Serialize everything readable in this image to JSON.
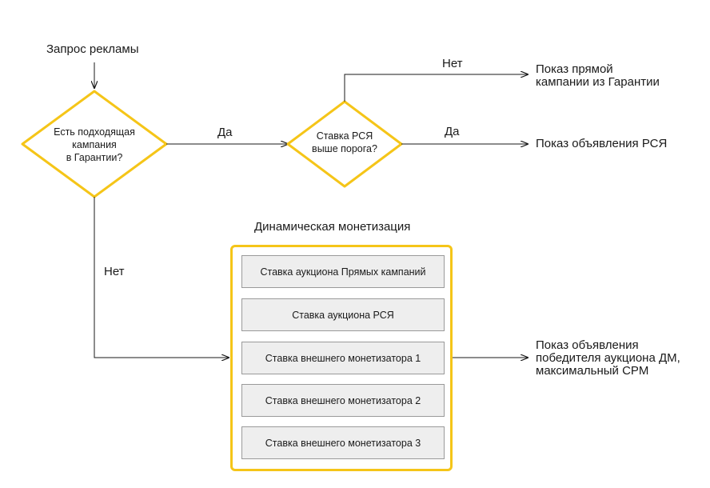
{
  "start": {
    "label": "Запрос рекламы"
  },
  "decision_guarantee": {
    "lines": [
      "Есть подходящая",
      "кампания",
      "в Гарантии?"
    ]
  },
  "decision_rsya": {
    "lines": [
      "Ставка РСЯ",
      "выше порога?"
    ]
  },
  "edges": {
    "guarantee_yes": "Да",
    "guarantee_no": "Нет",
    "rsya_no": "Нет",
    "rsya_yes": "Да"
  },
  "results": {
    "direct_campaign": {
      "lines": [
        "Показ прямой",
        "кампании из Гарантии"
      ]
    },
    "rsya_ad": {
      "lines": [
        "Показ объявления РСЯ"
      ]
    },
    "dm_winner": {
      "lines": [
        "Показ объявления",
        "победителя аукциона ДМ,",
        "максимальный CPM"
      ]
    }
  },
  "dynamic_monetization": {
    "title": "Динамическая монетизация",
    "bids": [
      "Ставка аукциона Прямых кампаний",
      "Ставка аукциона РСЯ",
      "Ставка внешнего монетизатора 1",
      "Ставка внешнего монетизатора 2",
      "Ставка внешнего монетизатора 3"
    ]
  },
  "colors": {
    "accent": "#f5c518",
    "line": "#1a1a1a",
    "row_fill": "#eeeeee",
    "row_border": "#9a9a9a"
  }
}
